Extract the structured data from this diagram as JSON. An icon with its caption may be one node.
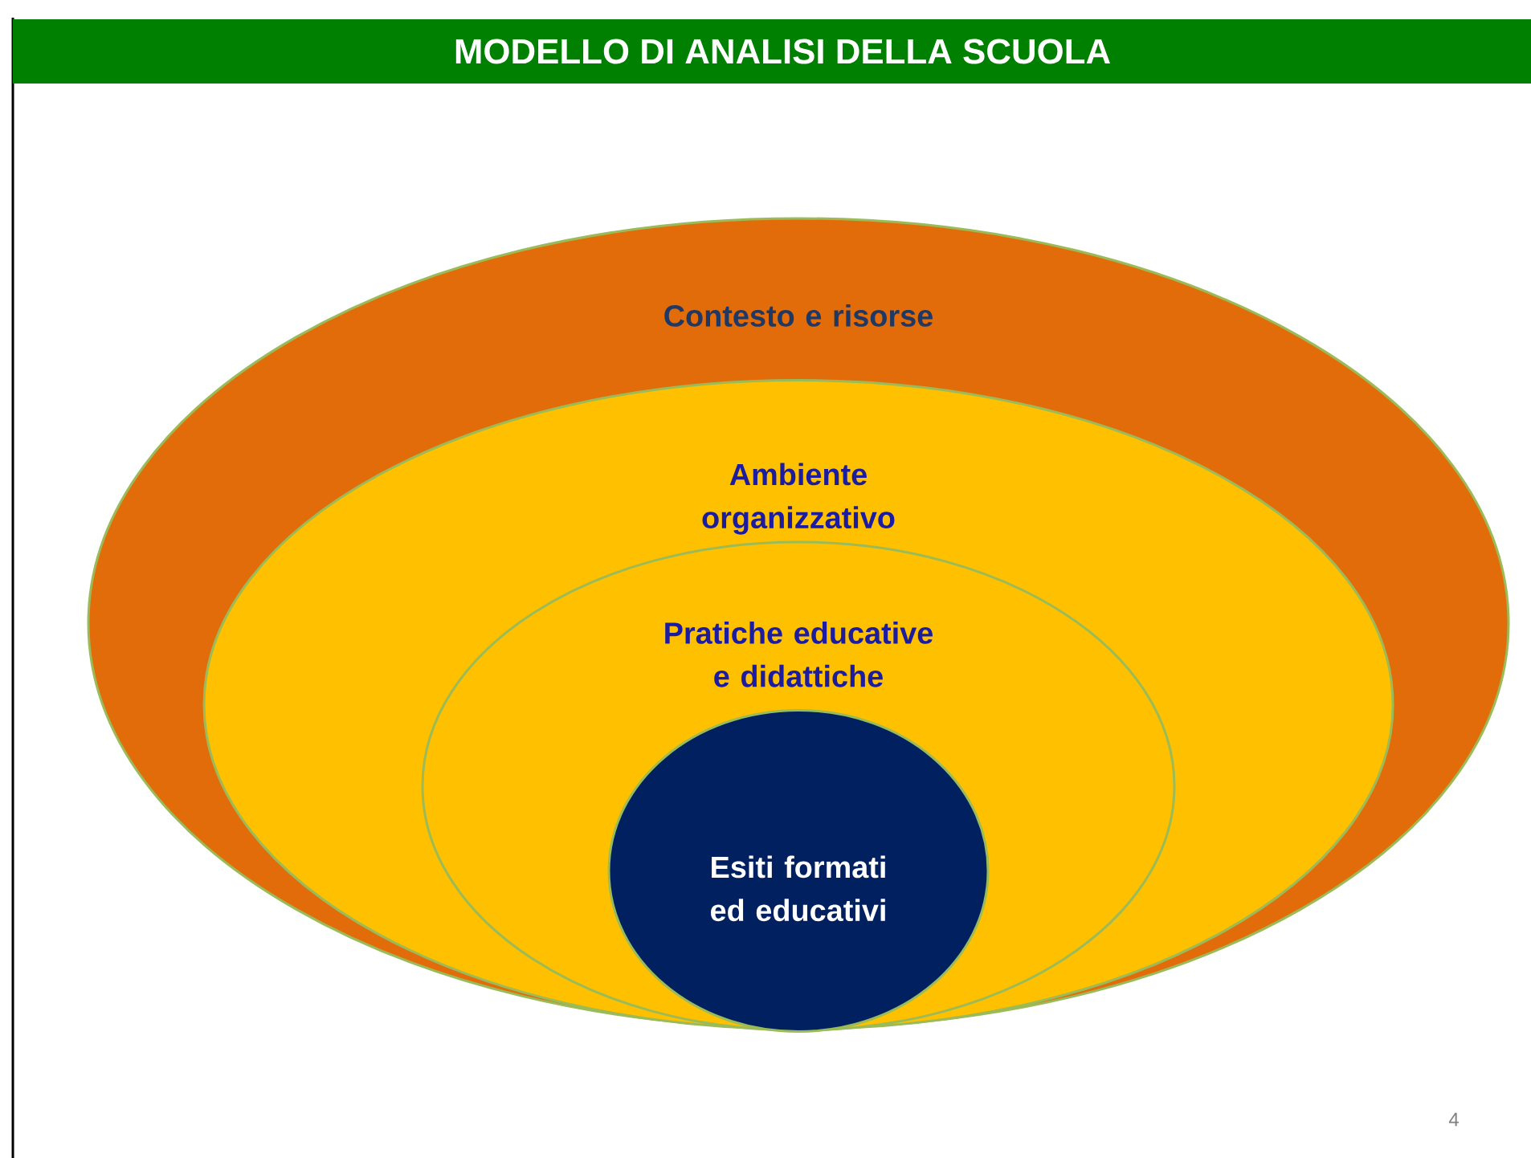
{
  "diagram": {
    "title": "MODELLO DI ANALISI DELLA SCUOLA",
    "nodes": [
      {
        "text": [
          "Contesto e  risorse"
        ]
      },
      {
        "text": [
          "Ambiente organizzativo"
        ],
        "in": 0
      },
      {
        "text": [
          "Pratiche educative e didattiche"
        ],
        "in": 1
      },
      {
        "text": [
          "Esiti formati ed educativi"
        ],
        "in": 2
      }
    ],
    "labels": [
      "4"
    ]
  }
}
